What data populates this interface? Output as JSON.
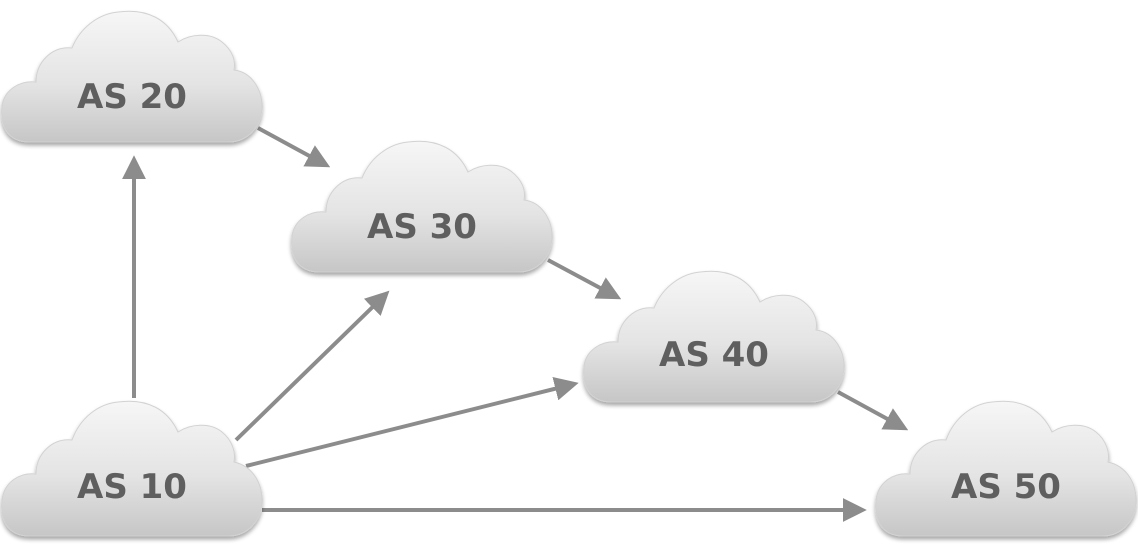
{
  "diagram": {
    "nodes": [
      {
        "id": "as20",
        "label": "AS 20"
      },
      {
        "id": "as30",
        "label": "AS 30"
      },
      {
        "id": "as40",
        "label": "AS 40"
      },
      {
        "id": "as10",
        "label": "AS 10"
      },
      {
        "id": "as50",
        "label": "AS 50"
      }
    ],
    "edges": [
      {
        "from": "AS 10",
        "to": "AS 20"
      },
      {
        "from": "AS 20",
        "to": "AS 30"
      },
      {
        "from": "AS 30",
        "to": "AS 40"
      },
      {
        "from": "AS 40",
        "to": "AS 50"
      },
      {
        "from": "AS 10",
        "to": "AS 30"
      },
      {
        "from": "AS 10",
        "to": "AS 40"
      },
      {
        "from": "AS 10",
        "to": "AS 50"
      }
    ],
    "colors": {
      "arrow": "#8c8c8c",
      "cloud_light": "#f4f4f4",
      "cloud_dark": "#c9c9c9",
      "label": "#5e5e5e"
    }
  }
}
